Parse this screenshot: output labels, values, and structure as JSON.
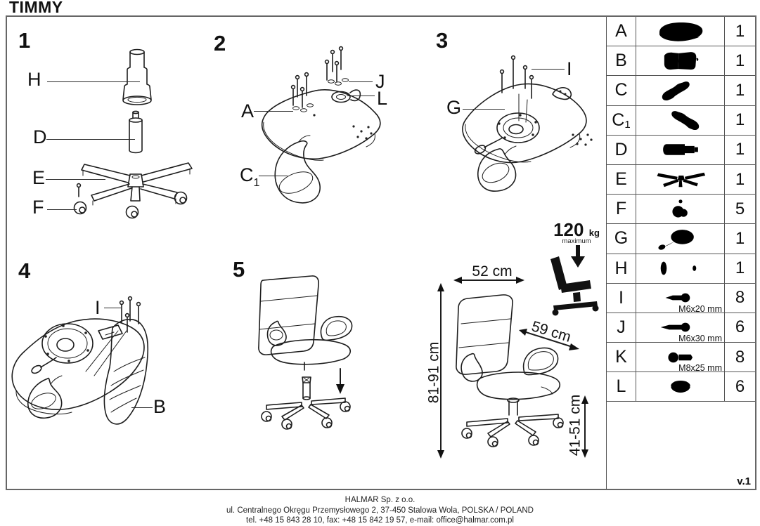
{
  "title": "TIMMY",
  "version": "v.1",
  "steps": [
    {
      "number": "1",
      "labels": [
        {
          "text": "H"
        },
        {
          "text": "D"
        },
        {
          "text": "E"
        },
        {
          "text": "F"
        }
      ]
    },
    {
      "number": "2",
      "labels": [
        {
          "text": "J"
        },
        {
          "text": "L"
        },
        {
          "text": "A"
        },
        {
          "text": "C",
          "sub": "1"
        }
      ]
    },
    {
      "number": "3",
      "labels": [
        {
          "text": "I"
        },
        {
          "text": "G"
        }
      ]
    },
    {
      "number": "4",
      "labels": [
        {
          "text": "I"
        },
        {
          "text": "B"
        }
      ]
    },
    {
      "number": "5",
      "labels": []
    }
  ],
  "dimensions": {
    "width": "52 cm",
    "depth": "59 cm",
    "height": "81-91 cm",
    "seat_height": "41-51 cm"
  },
  "max_load": {
    "value": "120",
    "unit": "kg",
    "caption": "maximum"
  },
  "parts_table": {
    "rows": [
      {
        "id": "A",
        "sub": "",
        "icon": "seat",
        "qty": "1",
        "size": ""
      },
      {
        "id": "B",
        "sub": "",
        "icon": "backrest",
        "qty": "1",
        "size": ""
      },
      {
        "id": "C",
        "sub": "",
        "icon": "armrest-left",
        "qty": "1",
        "size": ""
      },
      {
        "id": "C",
        "sub": "1",
        "icon": "armrest-right",
        "qty": "1",
        "size": ""
      },
      {
        "id": "D",
        "sub": "",
        "icon": "gas-lift",
        "qty": "1",
        "size": ""
      },
      {
        "id": "E",
        "sub": "",
        "icon": "star-base",
        "qty": "1",
        "size": ""
      },
      {
        "id": "F",
        "sub": "",
        "icon": "caster",
        "qty": "5",
        "size": ""
      },
      {
        "id": "G",
        "sub": "",
        "icon": "mechanism",
        "qty": "1",
        "size": ""
      },
      {
        "id": "H",
        "sub": "",
        "icon": "telescopic-cover",
        "qty": "1",
        "size": ""
      },
      {
        "id": "I",
        "sub": "",
        "icon": "screw-short",
        "qty": "8",
        "size": "M6x20 mm"
      },
      {
        "id": "J",
        "sub": "",
        "icon": "screw-long",
        "qty": "6",
        "size": "M6x30 mm"
      },
      {
        "id": "K",
        "sub": "",
        "icon": "bolt",
        "qty": "8",
        "size": "M8x25 mm"
      },
      {
        "id": "L",
        "sub": "",
        "icon": "washer",
        "qty": "6",
        "size": ""
      }
    ]
  },
  "footer": {
    "company": "HALMAR Sp. z o.o.",
    "address": "ul. Centralnego Okręgu Przemysłowego 2, 37-450 Stalowa Wola, POLSKA / POLAND",
    "contact": "tel. +48 15 843 28 10, fax: +48 15 842 19 57, e-mail: office@halmar.com.pl"
  }
}
